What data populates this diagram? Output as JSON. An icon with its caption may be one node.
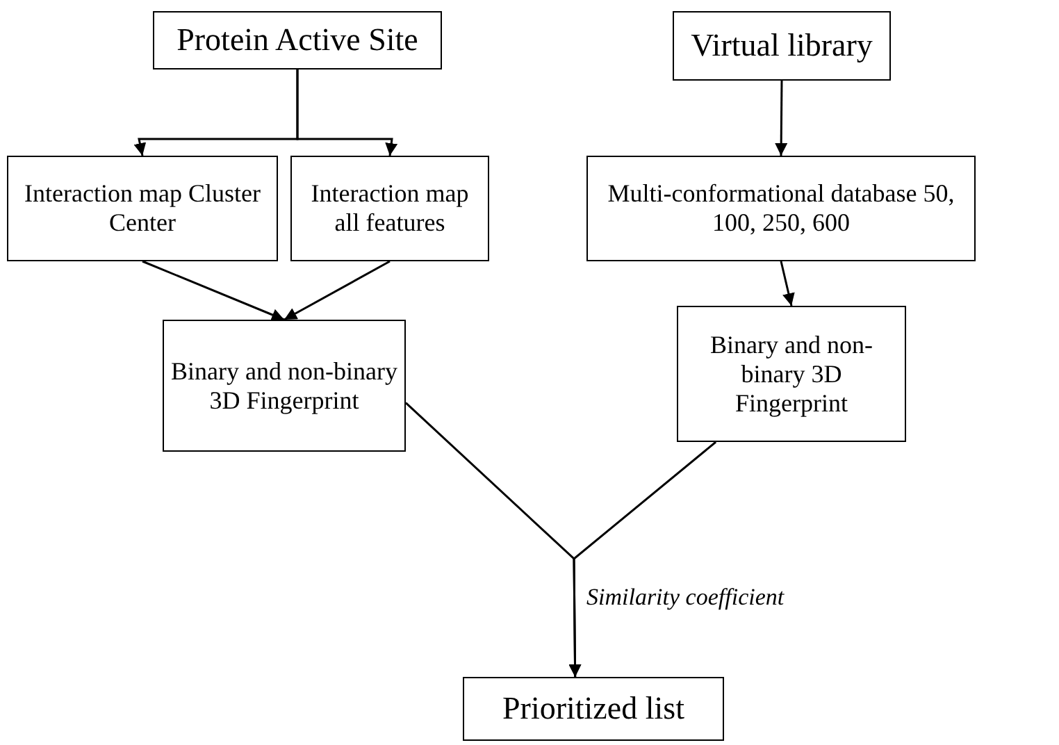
{
  "diagram": {
    "nodes": [
      {
        "text": [
          "Protein Active Site"
        ]
      },
      {
        "text": [
          "Interaction map Cluster Center"
        ]
      },
      {
        "text": [
          "Interaction map all features"
        ]
      },
      {
        "text": [
          "Binary and non-binary 3D Fingerprint"
        ]
      },
      {
        "text": [
          "Virtual library"
        ]
      },
      {
        "text": [
          "Multi-conformational database 50, 100, 250, 600"
        ]
      },
      {
        "text": [
          "Binary and non-binary 3D Fingerprint"
        ]
      },
      {
        "text": [
          "Prioritized list"
        ]
      }
    ],
    "edges": [
      {
        "from": 0,
        "to": 1,
        "arrow": "to"
      },
      {
        "from": 0,
        "to": 2,
        "arrow": "to"
      },
      {
        "from": 1,
        "to": 3,
        "arrow": "to"
      },
      {
        "from": 2,
        "to": 3,
        "arrow": "to"
      },
      {
        "from": 4,
        "to": 5,
        "arrow": "to"
      },
      {
        "from": 5,
        "to": 6,
        "arrow": "to"
      },
      {
        "from": 3,
        "to": 7,
        "arrow": "to",
        "label": "Similarity coefficient"
      },
      {
        "from": 6,
        "to": 7,
        "arrow": "to"
      }
    ]
  }
}
